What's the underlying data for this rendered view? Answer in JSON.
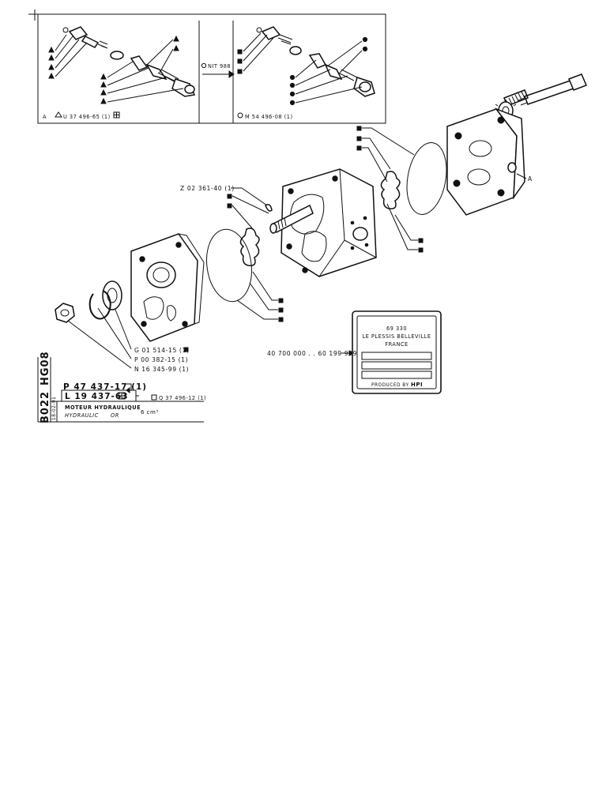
{
  "inset": {
    "left_marker": "A",
    "left_ref": "U 37 496-65 (1)",
    "middle_note": "NIT 988",
    "right_ref": "M 54 496-08 (1)"
  },
  "callouts": {
    "key": "Z 02 361-40 (1)",
    "port_marker": "A",
    "ring": "G 01 514-15 (1)",
    "circlip": "P 00 382-15 (1)",
    "nut": "N 16 345-99 (1)",
    "plate_serial": "40 700 000 . . 60 199 999"
  },
  "nameplate": {
    "line1": "69 330",
    "line2": "LE PLESSIS BELLEVILLE",
    "line3": "FRANCE",
    "produced": "PRODUCED BY",
    "brand": "HPI"
  },
  "title_block": {
    "code_top": "HG08",
    "code_bottom": "B022",
    "date": "18-02-91",
    "ref1": "P 47 437-17 (1)",
    "ref2": "L 19 437-63",
    "ref3": "Q 37 496-12 (1)",
    "desc_fr": "MOTEUR HYDRAULIQUE",
    "desc_en": "HYDRAULIC",
    "desc_en_suffix": "OR",
    "displacement": "6 cm³"
  }
}
